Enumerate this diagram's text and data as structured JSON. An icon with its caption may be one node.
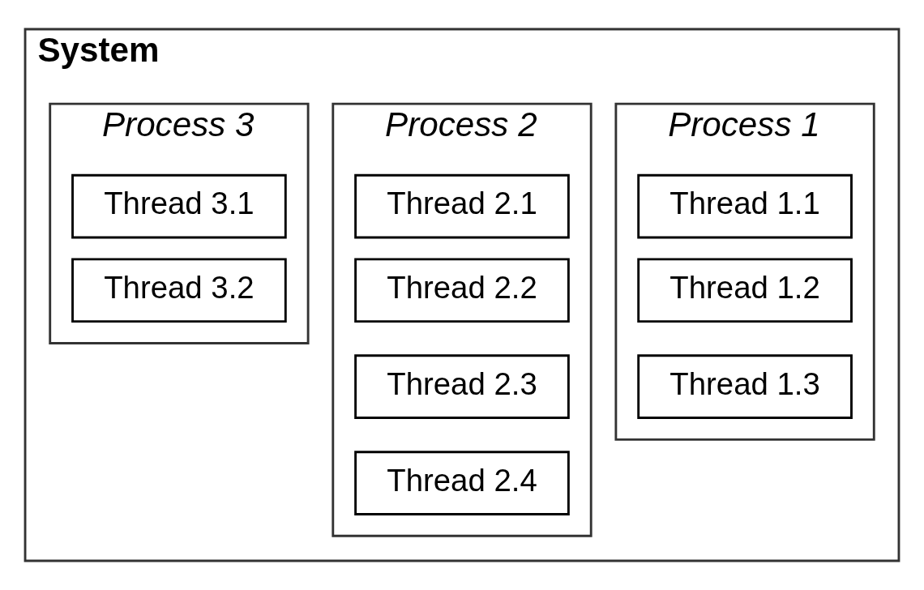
{
  "diagram": {
    "nodes": [
      {
        "text": [
          "System"
        ]
      },
      {
        "text": [
          "Process 1"
        ],
        "in": 0
      },
      {
        "text": [
          "Thread 1.1"
        ],
        "in": 1
      },
      {
        "text": [
          "Thread 1.2"
        ],
        "in": 1
      },
      {
        "text": [
          "Thread 1.3"
        ],
        "in": 1
      },
      {
        "text": [
          "Process 2"
        ],
        "in": 0
      },
      {
        "text": [
          "Thread 2.1"
        ],
        "in": 5
      },
      {
        "text": [
          "Thread 2.2"
        ],
        "in": 5
      },
      {
        "text": [
          "Thread 2.3"
        ],
        "in": 5
      },
      {
        "text": [
          "Thread 2.4"
        ],
        "in": 5
      },
      {
        "text": [
          "Process 3"
        ],
        "in": 0
      },
      {
        "text": [
          "Thread 3.1"
        ],
        "in": 10
      },
      {
        "text": [
          "Thread 3.2"
        ],
        "in": 10
      }
    ],
    "edges": []
  }
}
